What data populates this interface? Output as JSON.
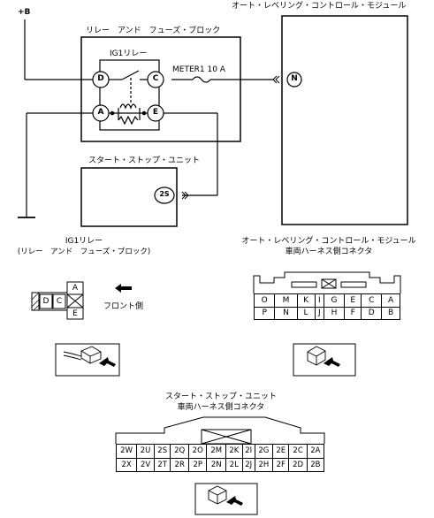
{
  "labels": {
    "supply": "+B",
    "relay_fuse_block": "リレー　アンド　フューズ・ブロック",
    "ig1_relay": "IG1リレー",
    "fuse": "METER1 10 A",
    "auto_leveling_module": "オート・レベリング・コントロール・モジュール",
    "start_stop_unit": "スタート・ストップ・ユニット",
    "ig1_relay_connector_title_1": "IG1リレー",
    "ig1_relay_connector_title_2": "(リレー　アンド　フューズ・ブロック)",
    "front_side": "フロント側",
    "module_connector_title_1": "オート・レベリング・コントロール・モジュール",
    "module_connector_title_2": "車両ハーネス側コネクタ",
    "unit_connector_title_1": "スタート・ストップ・ユニット",
    "unit_connector_title_2": "車両ハーネス側コネクタ"
  },
  "relay_terminals": {
    "D": "D",
    "C": "C",
    "A": "A",
    "E": "E"
  },
  "module_terminal": "N",
  "unit_terminal": "2S",
  "relay_connector": {
    "top": "A",
    "bottom": "E",
    "left": [
      "D",
      "C"
    ]
  },
  "module_connector": {
    "row1": [
      "O",
      "M",
      "K",
      "I",
      "G",
      "E",
      "C",
      "A"
    ],
    "row2": [
      "P",
      "N",
      "L",
      "J",
      "H",
      "F",
      "D",
      "B"
    ]
  },
  "unit_connector": {
    "row1": [
      "2W",
      "2U",
      "2S",
      "2Q",
      "2O",
      "2M",
      "2K",
      "2I",
      "2G",
      "2E",
      "2C",
      "2A"
    ],
    "row2": [
      "2X",
      "2V",
      "2T",
      "2R",
      "2P",
      "2N",
      "2L",
      "2J",
      "2H",
      "2F",
      "2D",
      "2B"
    ]
  }
}
